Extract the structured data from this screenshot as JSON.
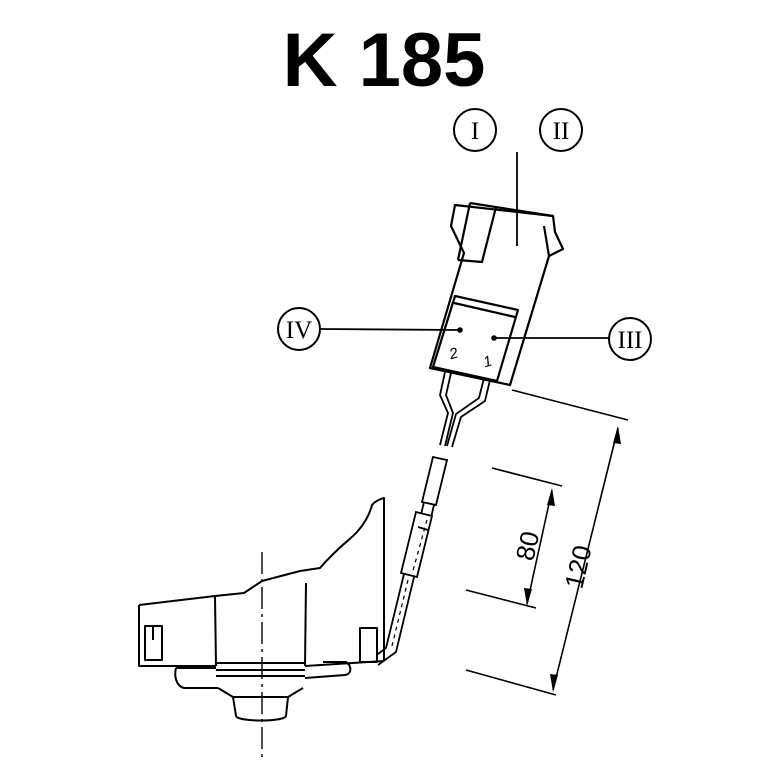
{
  "title": "K 185",
  "callouts": {
    "i": "I",
    "ii": "II",
    "iii": "III",
    "iv": "IV"
  },
  "pins": {
    "left": "2",
    "right": "1"
  },
  "dimensions": {
    "inner": "80",
    "outer": "120"
  },
  "colors": {
    "line": "#000000",
    "background": "#ffffff"
  }
}
